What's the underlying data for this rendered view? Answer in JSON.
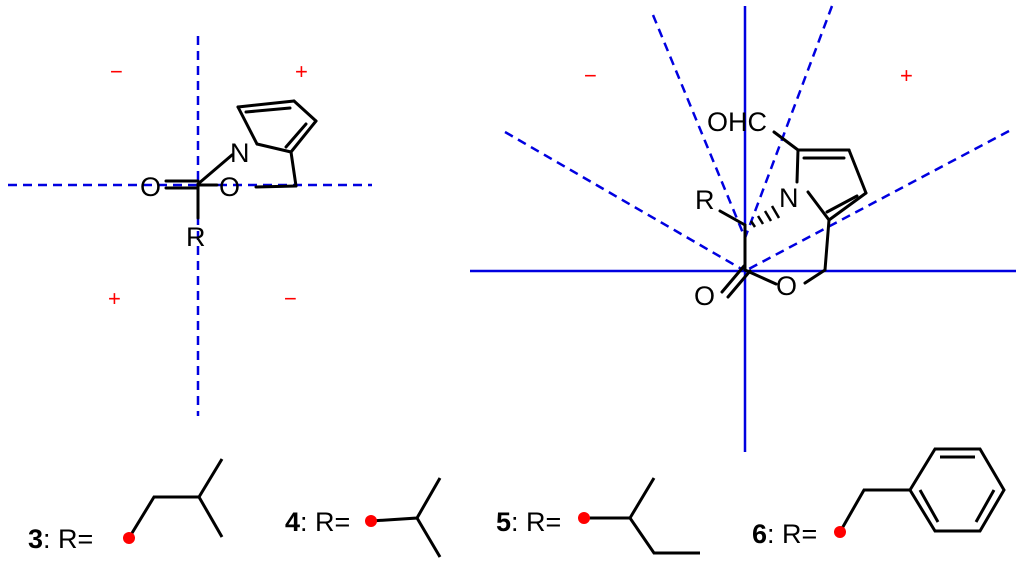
{
  "left_figure": {
    "atoms": {
      "n": "N",
      "o_carbonyl": "O",
      "o_ring": "O",
      "r": "R"
    },
    "quadrant_signs": {
      "top_left": "−",
      "top_right": "+",
      "bottom_left": "+",
      "bottom_right": "−"
    }
  },
  "right_figure": {
    "atoms": {
      "cho": "OHC",
      "n": "N",
      "r": "R",
      "o_carbonyl": "O",
      "o_ring": "O"
    },
    "signs": {
      "left": "−",
      "right": "+"
    }
  },
  "substituents": [
    {
      "number": "3",
      "label": ": R="
    },
    {
      "number": "4",
      "label": ": R="
    },
    {
      "number": "5",
      "label": ": R="
    },
    {
      "number": "6",
      "label": ": R="
    }
  ],
  "colors": {
    "axis": "#0000e0",
    "bond": "#000000",
    "sign": "#ff0000",
    "attachment_dot": "#ff0000"
  }
}
